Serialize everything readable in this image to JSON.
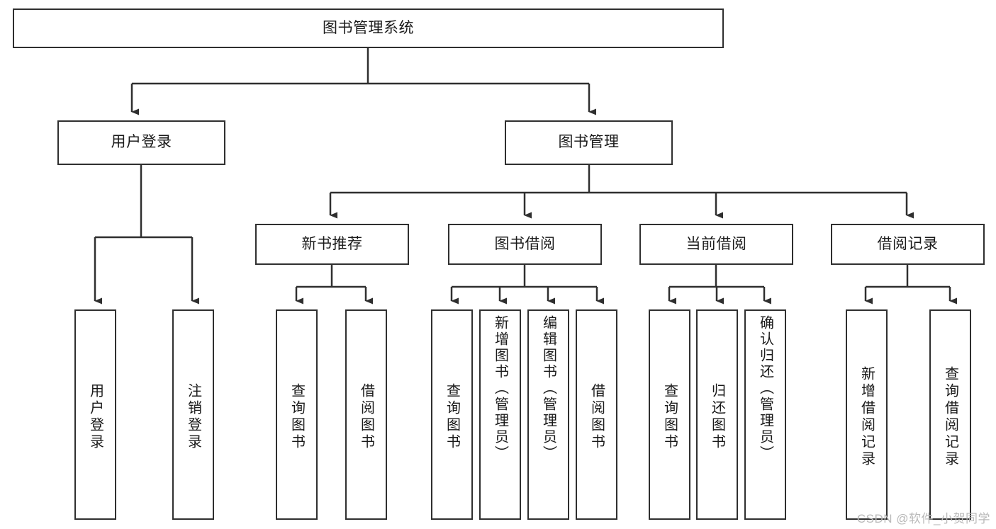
{
  "diagram": {
    "type": "tree-hierarchy",
    "title": "图书管理系统",
    "watermark": "CSDN @软件_小贺同学",
    "colors": {
      "box_border": "#2f2f2f",
      "box_fill": "#ffffff",
      "connector": "#2f2f2f",
      "text": "#1a1a1a",
      "watermark": "#b9b9b9",
      "background": "#ffffff"
    },
    "root": {
      "label": "图书管理系统"
    },
    "level2": [
      {
        "label": "用户登录"
      },
      {
        "label": "图书管理"
      }
    ],
    "level3": [
      {
        "label": "新书推荐"
      },
      {
        "label": "图书借阅"
      },
      {
        "label": "当前借阅"
      },
      {
        "label": "借阅记录"
      }
    ],
    "leaves": {
      "user_login": [
        {
          "label": "用户登录"
        },
        {
          "label": "注销登录"
        }
      ],
      "new_book_recommend": [
        {
          "label": "查询图书"
        },
        {
          "label": "借阅图书"
        }
      ],
      "book_borrow": [
        {
          "label": "查询图书"
        },
        {
          "label": "新增图书（管理员）"
        },
        {
          "label": "编辑图书（管理员）"
        },
        {
          "label": "借阅图书"
        }
      ],
      "current_borrow": [
        {
          "label": "查询图书"
        },
        {
          "label": "归还图书"
        },
        {
          "label": "确认归还（管理员）"
        }
      ],
      "borrow_record": [
        {
          "label": "新增借阅记录"
        },
        {
          "label": "查询借阅记录"
        }
      ]
    }
  }
}
